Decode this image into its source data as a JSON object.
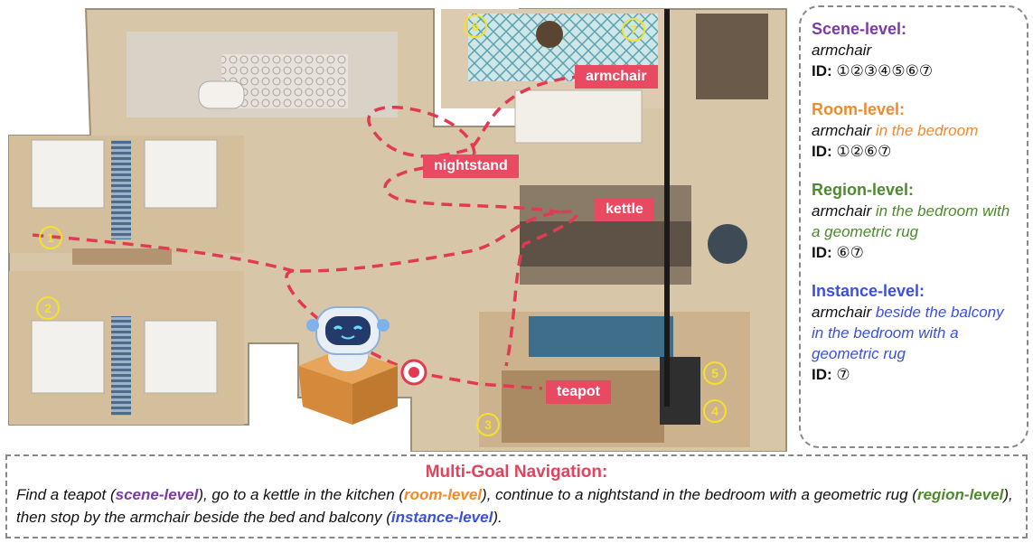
{
  "map_labels": {
    "armchair": "armchair",
    "nightstand": "nightstand",
    "kettle": "kettle",
    "teapot": "teapot"
  },
  "markers": [
    "1",
    "2",
    "3",
    "4",
    "5",
    "6",
    "7"
  ],
  "levels": [
    {
      "title": "Scene-level:",
      "color": "#7a3aa8",
      "desc_main": "armchair",
      "desc_extra": "",
      "id_label": "ID:",
      "ids": "①②③④⑤⑥⑦"
    },
    {
      "title": "Room-level:",
      "color": "#f08a2a",
      "desc_main": "armchair",
      "desc_extra": " in the bedroom",
      "id_label": "ID:",
      "ids": "①②⑥⑦"
    },
    {
      "title": "Region-level:",
      "color": "#4e8a2e",
      "desc_main": "armchair",
      "desc_extra": " in the bedroom with a geometric rug",
      "id_label": "ID:",
      "ids": "⑥⑦"
    },
    {
      "title": "Instance-level:",
      "color": "#3a50e0",
      "desc_main": "armchair",
      "desc_extra": " beside the balcony in the bedroom with a geometric rug",
      "id_label": "ID:",
      "ids": "⑦"
    }
  ],
  "mission": {
    "title": "Multi-Goal Navigation:",
    "t1": "Find a teapot (",
    "k1": "scene-level",
    "t2": "), go to a kettle in the kitchen (",
    "k2": "room-level",
    "t3": "), continue to a nightstand in the bedroom with a geometric rug (",
    "k3": "region-level",
    "t4": "), then stop by the armchair beside the bed and balcony (",
    "k4": "instance-level",
    "t5": ")."
  },
  "colors": {
    "scene": "#7a3aa8",
    "room": "#f08a2a",
    "region": "#4e8a2e",
    "instance": "#3a50e0",
    "tag": "#e84a62",
    "path": "#e23a52",
    "marker": "#f4e12b"
  }
}
